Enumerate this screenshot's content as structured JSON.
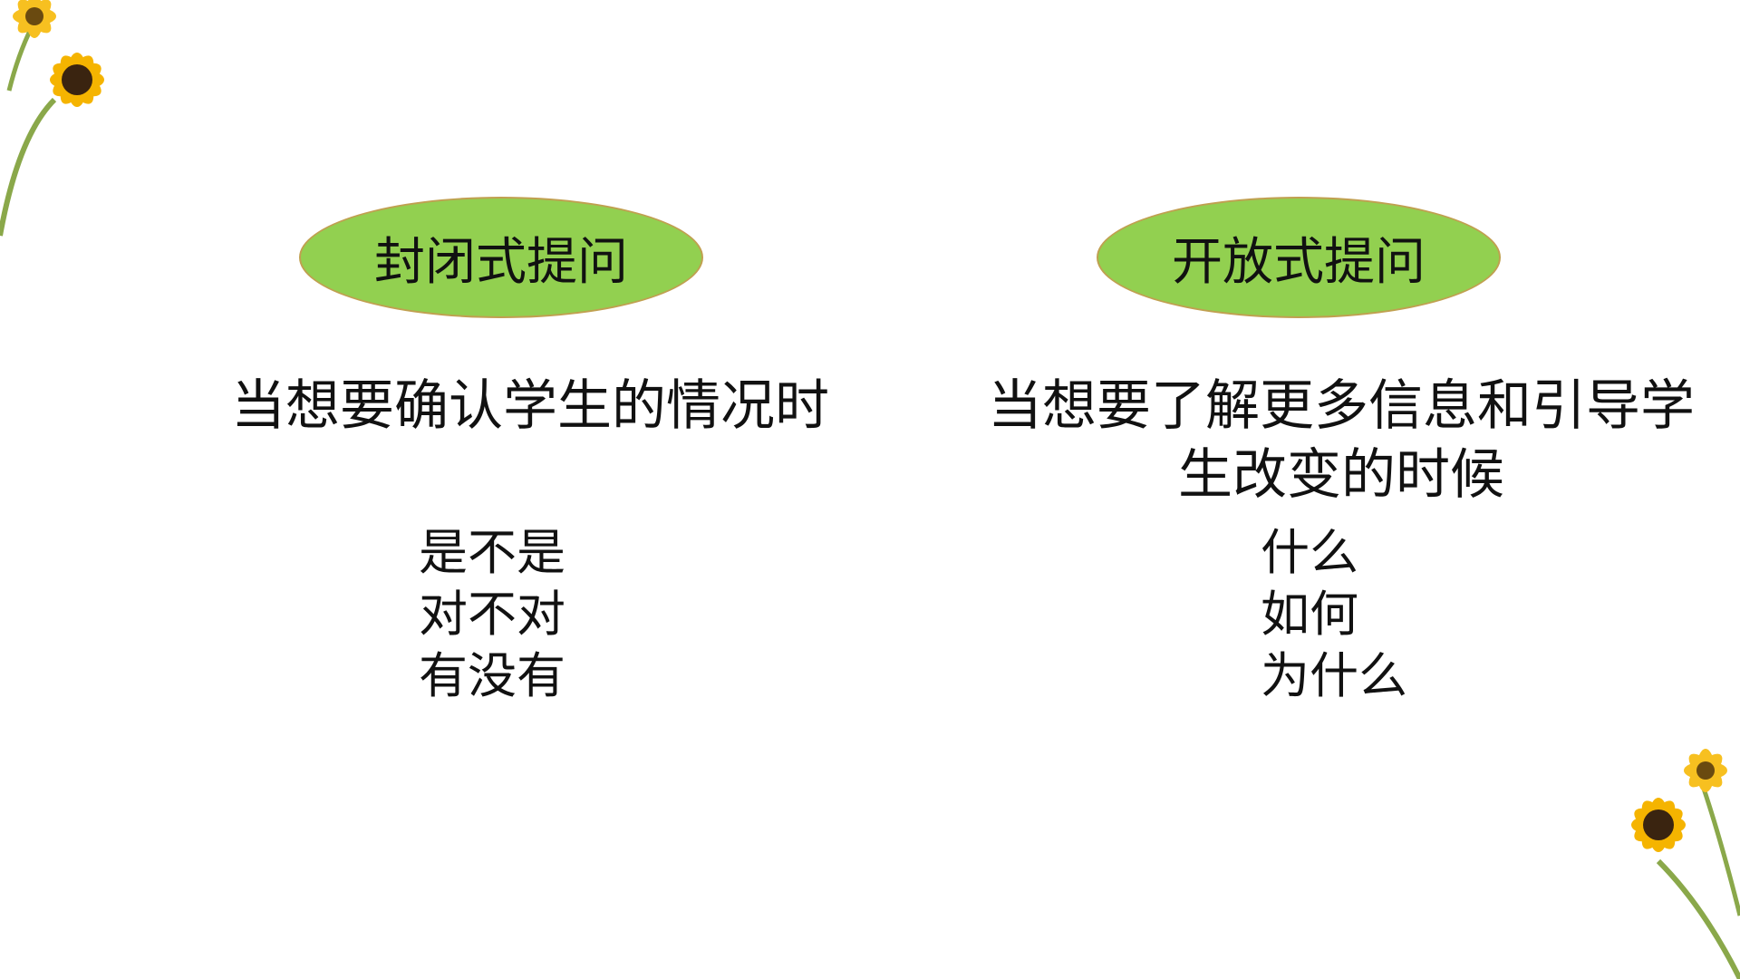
{
  "left": {
    "title": "封闭式提问",
    "description": "当想要确认学生的情况时",
    "examples": [
      "是不是",
      "对不对",
      "有没有"
    ]
  },
  "right": {
    "title": "开放式提问",
    "description_lines": [
      "当想要了解更多信息和引导学",
      "生改变的时候"
    ],
    "examples": [
      "什么",
      "如何",
      "为什么"
    ]
  },
  "colors": {
    "ellipse_fill": "#92d050",
    "ellipse_border": "#c0a050",
    "petal": "#f5b400"
  }
}
